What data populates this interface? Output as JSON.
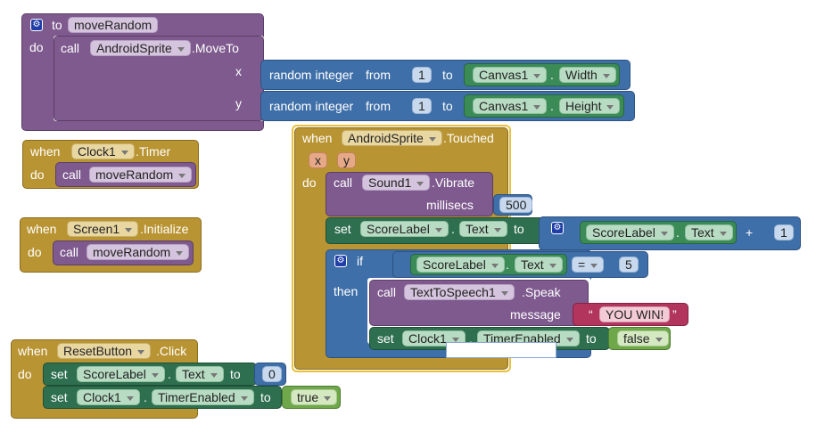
{
  "proc": {
    "to": "to",
    "name": "moveRandom",
    "do": "do",
    "call": "call",
    "component": "AndroidSprite",
    "method": ".MoveTo",
    "x": "x",
    "y": "y"
  },
  "random": {
    "label": "random integer",
    "from": "from",
    "to": "to",
    "one": "1",
    "canvas": "Canvas1",
    "dot": ".",
    "width": "Width",
    "height": "Height"
  },
  "clock": {
    "when": "when",
    "component": "Clock1",
    "event": ".Timer",
    "do": "do",
    "call": "call",
    "proc": "moveRandom"
  },
  "screen": {
    "when": "when",
    "component": "Screen1",
    "event": ".Initialize",
    "do": "do",
    "call": "call",
    "proc": "moveRandom"
  },
  "touched": {
    "when": "when",
    "component": "AndroidSprite",
    "event": ".Touched",
    "px": "x",
    "py": "y",
    "do": "do",
    "call": "call",
    "sound": "Sound1",
    "vibrate": ".Vibrate",
    "millisecs": "millisecs",
    "ms": "500",
    "set": "set",
    "scorelabel": "ScoreLabel",
    "dot": ".",
    "text": "Text",
    "to": "to",
    "plus": "+",
    "one": "1",
    "if": "if",
    "eq": "=",
    "five": "5",
    "then": "then",
    "tts": "TextToSpeech1",
    "speak": ".Speak",
    "message": "message",
    "quote_open": "“",
    "youwin": "YOU WIN!",
    "quote_close": "”",
    "clock": "Clock1",
    "timerenabled": "TimerEnabled",
    "false": "false"
  },
  "reset": {
    "when": "when",
    "component": "ResetButton",
    "event": ".Click",
    "do": "do",
    "set": "set",
    "scorelabel": "ScoreLabel",
    "dot": ".",
    "text": "Text",
    "to": "to",
    "zero": "0",
    "clock": "Clock1",
    "timerenabled": "TimerEnabled",
    "true": "true"
  },
  "icons": {
    "gear": "⚙"
  }
}
